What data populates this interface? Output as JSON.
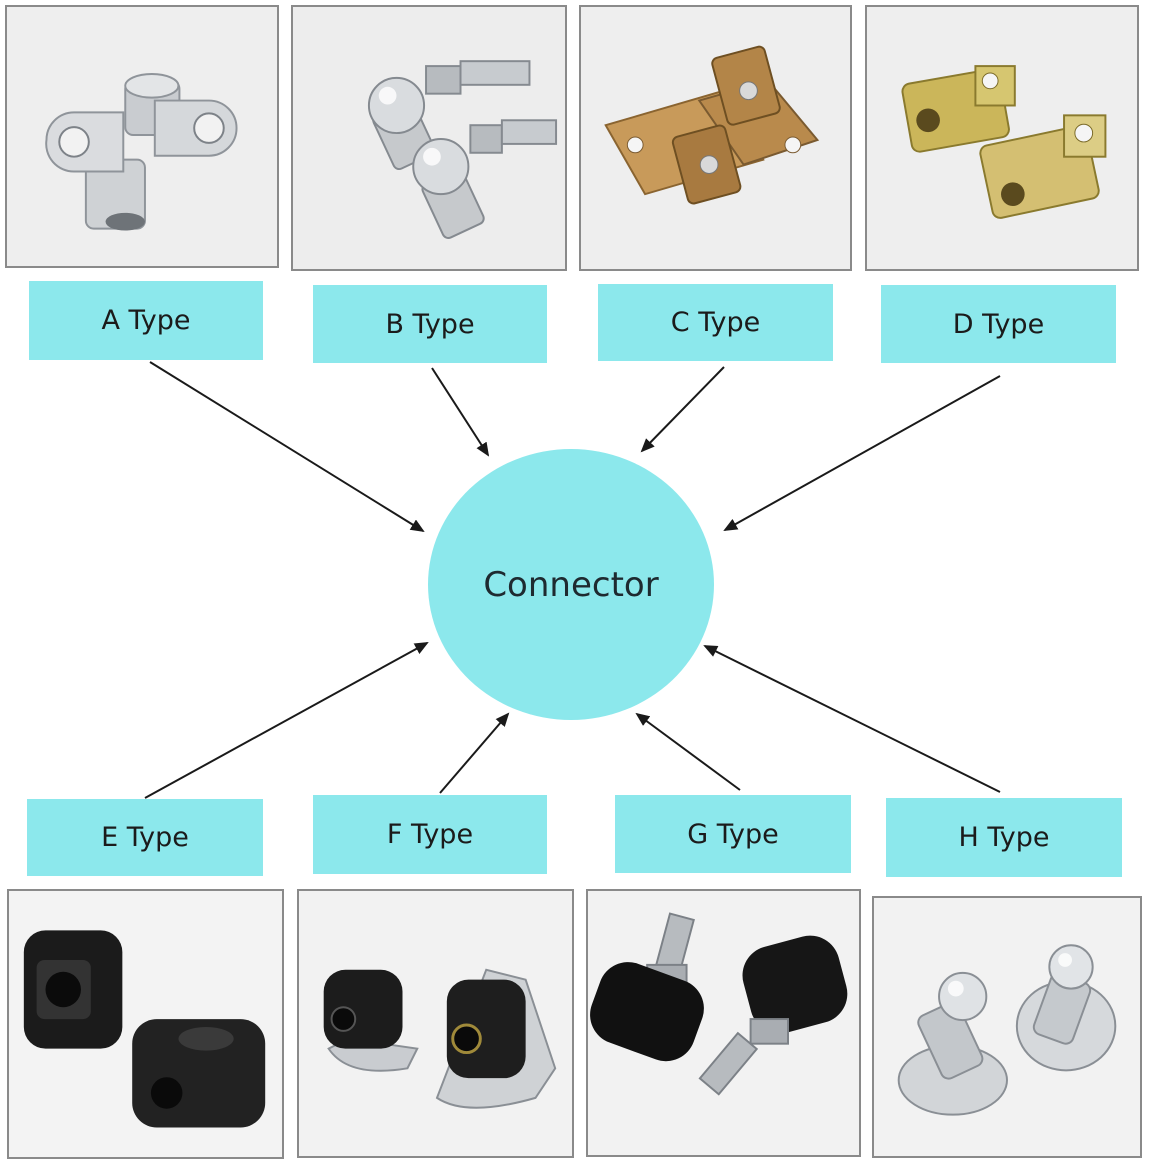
{
  "center": {
    "label": "Connector"
  },
  "types": [
    {
      "label": "A Type",
      "image": "silver-eye-end-fitting"
    },
    {
      "label": "B Type",
      "image": "silver-ball-socket-with-stud"
    },
    {
      "label": "C Type",
      "image": "brass-plated-bracket-mount"
    },
    {
      "label": "D Type",
      "image": "brass-plated-clevis-fork"
    },
    {
      "label": "E Type",
      "image": "black-plastic-eye-end"
    },
    {
      "label": "F Type",
      "image": "black-socket-on-metal-bracket"
    },
    {
      "label": "G Type",
      "image": "black-ball-socket-with-stud"
    },
    {
      "label": "H Type",
      "image": "silver-ball-socket-on-flange"
    }
  ],
  "colors": {
    "label_fill": "#8ce8ec",
    "arrow": "#1a1a1a",
    "frame": "#8a8a8a"
  }
}
